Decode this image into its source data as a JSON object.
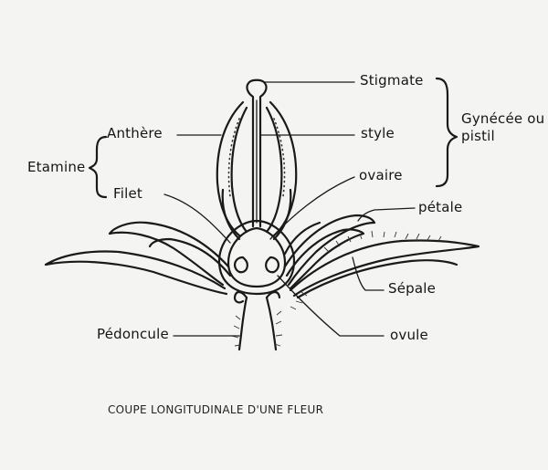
{
  "labels": {
    "stigmate": "Stigmate",
    "anthere": "Anthère",
    "style": "style",
    "gynecee": "Gynécée ou",
    "pistil": "pistil",
    "etamine": "Etamine",
    "ovaire": "ovaire",
    "filet": "Filet",
    "petale": "pétale",
    "sepale": "Sépale",
    "pedoncule": "Pédoncule",
    "ovule": "ovule"
  },
  "caption": "COUPE LONGITUDINALE D'UNE FLEUR",
  "colors": {
    "ink": "#1a1a1a",
    "paper": "#f4f4f2"
  }
}
